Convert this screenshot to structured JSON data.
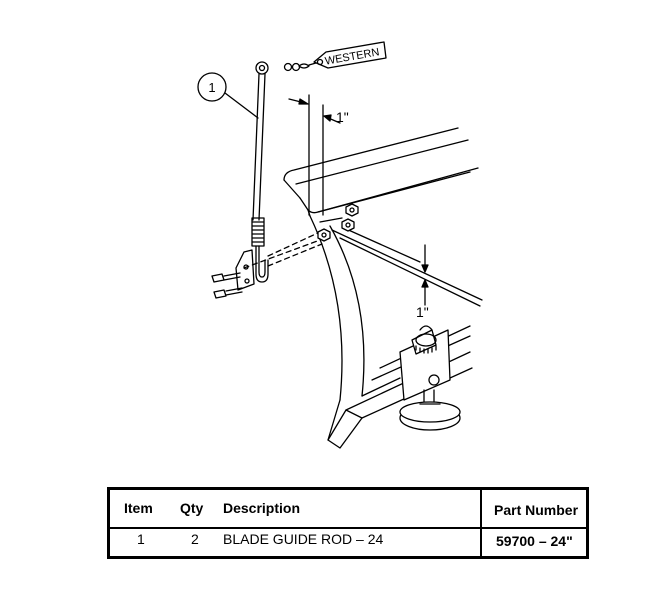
{
  "diagram": {
    "callout_number": "1",
    "tag_label": "WESTERN",
    "dimension_top": "1\"",
    "dimension_bottom": "1\""
  },
  "table": {
    "headers": {
      "item": "Item",
      "qty": "Qty",
      "description": "Description",
      "part_number": "Part Number"
    },
    "rows": [
      {
        "item": "1",
        "qty": "2",
        "description": "BLADE GUIDE ROD – 24",
        "part_number": "59700 – 24\""
      }
    ]
  }
}
